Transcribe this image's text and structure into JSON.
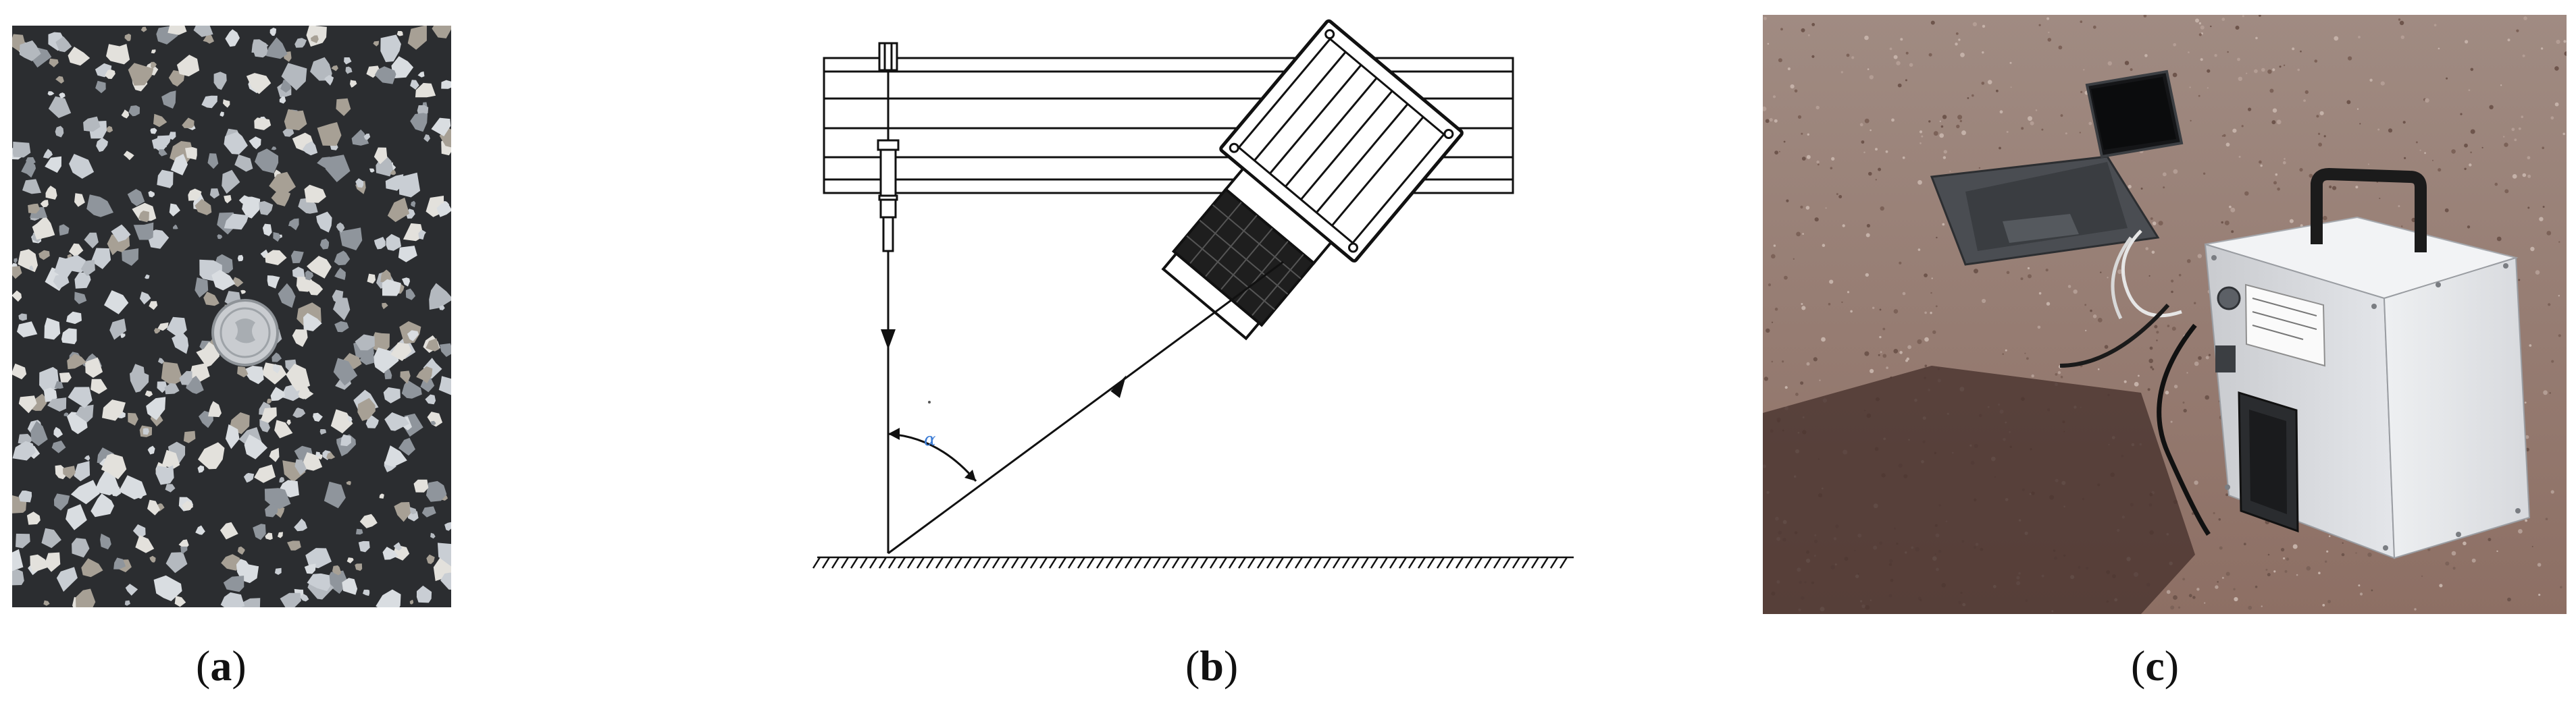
{
  "captions": {
    "a": "a",
    "b": "b",
    "c": "c"
  },
  "diagram_b": {
    "angle_symbol": "α"
  },
  "colors": {
    "asphalt_dark": "#2b2d30",
    "aggregate_light": "#b9bec4",
    "sand_ground": "#9c7f72",
    "device_silver": "#d8dade",
    "line_black": "#111111",
    "angle_marker_blue": "#3a7bd5"
  }
}
